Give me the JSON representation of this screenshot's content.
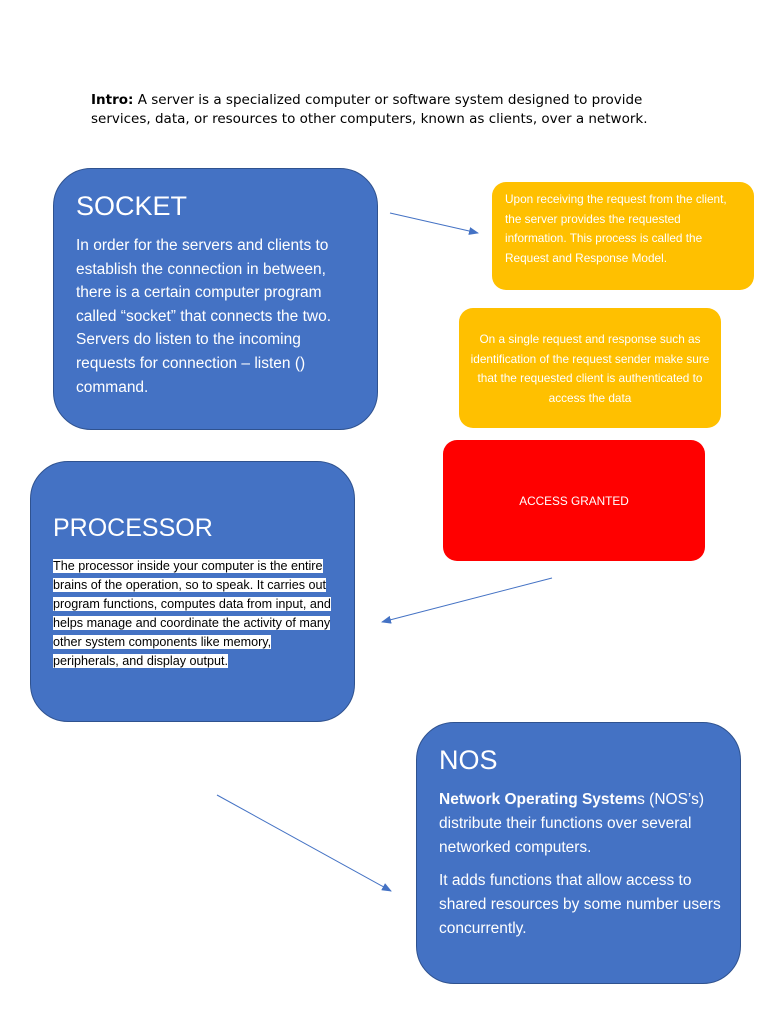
{
  "intro": {
    "label": "Intro:",
    "text": " A server is a specialized computer or software system designed to provide services, data, or resources to other computers, known as clients, over a network."
  },
  "socket": {
    "title": "SOCKET",
    "body": "In order for the servers and clients to establish the connection in between, there is a certain computer program called “socket” that connects the two. Servers do listen to the incoming requests for connection – listen () command."
  },
  "processor": {
    "title": "PROCESSOR",
    "body": "The processor inside your computer is the entire brains of the operation, so to speak. It carries out program functions, computes data from input, and helps manage and coordinate the activity of many other system components like memory, peripherals, and display output."
  },
  "nos": {
    "title": "NOS",
    "term_bold": "Network Operating System",
    "term_rest": "s (NOS’s) distribute their functions over several networked computers.",
    "para2": "It adds functions that allow access to shared resources by some number users concurrently."
  },
  "request_box": {
    "text": "Upon receiving the request from the client, the server provides the requested information. This process is called the Request and Response Model."
  },
  "auth_box": {
    "text": "On a single request and response such as identification of the request sender make sure that the requested client is authenticated to access the data"
  },
  "granted_box": {
    "text": "ACCESS GRANTED"
  },
  "colors": {
    "blue_box": "#4472C4",
    "blue_border": "#2F528F",
    "gold_box": "#FFC000",
    "red_box": "#FF0000",
    "arrow": "#4472C4"
  }
}
